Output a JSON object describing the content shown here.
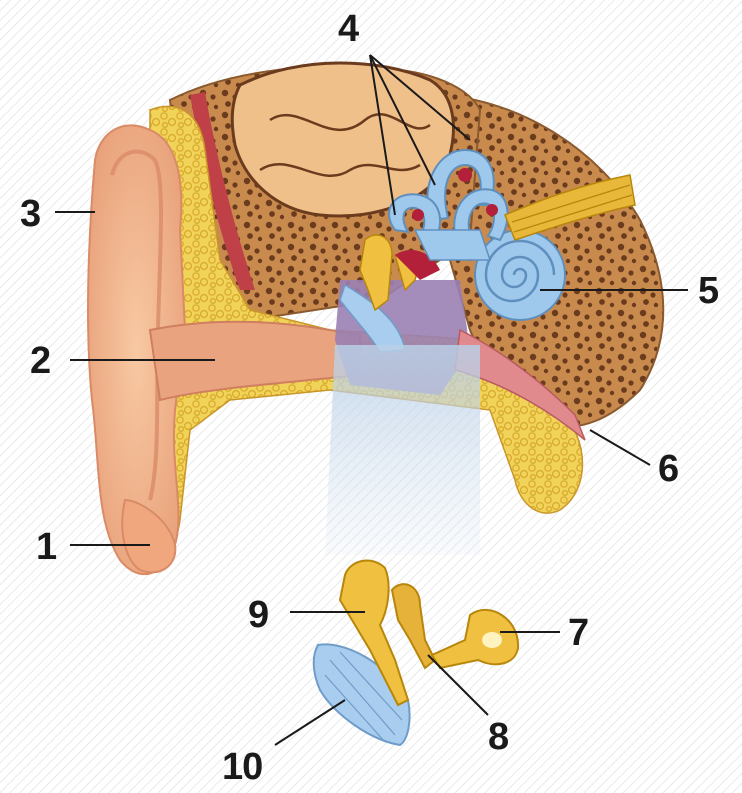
{
  "labels": {
    "l1": "1",
    "l2": "2",
    "l3": "3",
    "l4": "4",
    "l5": "5",
    "l6": "6",
    "l7": "7",
    "l8": "8",
    "l9": "9",
    "l10": "10"
  },
  "colors": {
    "skin": "#f3b98f",
    "skin_dark": "#d98b68",
    "cartilage_fat": "#f2d35a",
    "bone": "#c98a4e",
    "bone_pores": "#6b3b1e",
    "brain": "#f0c08a",
    "inner_ear_fluid": "#9ec9ec",
    "blood": "#b2203a",
    "nerve": "#e8b83a",
    "ossicles": "#f0c040",
    "eardrum": "#a9cdef",
    "middle_ear_cavity": "#9a7fb4",
    "label_text": "#1a1a1a"
  }
}
